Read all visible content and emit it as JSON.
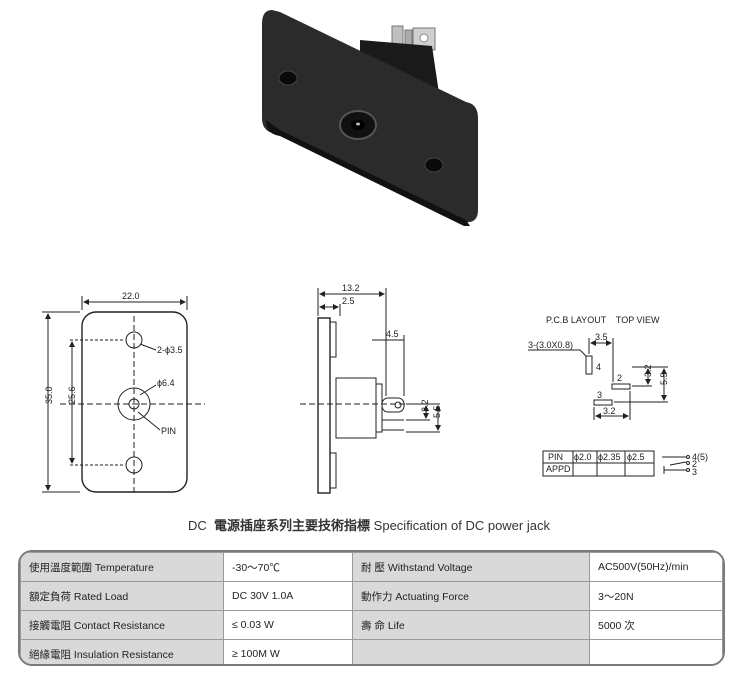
{
  "front_view": {
    "width": "22.0",
    "height": "35.0",
    "hole_pitch": "25.6",
    "hole_note": "2-ϕ3.5",
    "jack_dia": "ϕ6.4",
    "pin_label": "PIN"
  },
  "side_view": {
    "depth": "13.2",
    "flange": "2.5",
    "terminal_len": "4.5",
    "pin_h1": "3.2",
    "pin_h2": "5.5"
  },
  "pcb": {
    "caption": "P.C.B LAYOUT    TOP VIEW",
    "slot_note": "3-(3.0X0.8)",
    "d1": "3.5",
    "d2": "3.2",
    "d3": "5.5",
    "d4": "3.2",
    "pad1": "4",
    "pad2": "2",
    "pad3": "3",
    "table_head": [
      "PIN",
      "ϕ2.0",
      "ϕ2.35",
      "ϕ2.5"
    ],
    "table_row": [
      "APPD",
      "",
      "",
      ""
    ],
    "schematic": [
      "4(5)",
      "2",
      "3"
    ]
  },
  "title": {
    "prefix": "DC",
    "chinese": "電源插座系列主要技術指標",
    "english": "Specification of DC power jack"
  },
  "specs": [
    [
      "使用溫度範圍 Temperature",
      "-30～70℃",
      "耐  壓  Withstand Voltage",
      "AC500V(50Hz)/min"
    ],
    [
      "額定負荷  Rated Load",
      "DC  30V  1.0A",
      "動作力  Actuating Force",
      "3～20N"
    ],
    [
      "接觸電阻  Contact Resistance",
      "≤ 0.03 W",
      "壽  命  Life",
      "5000 次"
    ],
    [
      "絕緣電阻  Insulation Resistance",
      "≥ 100M W",
      "",
      ""
    ]
  ]
}
